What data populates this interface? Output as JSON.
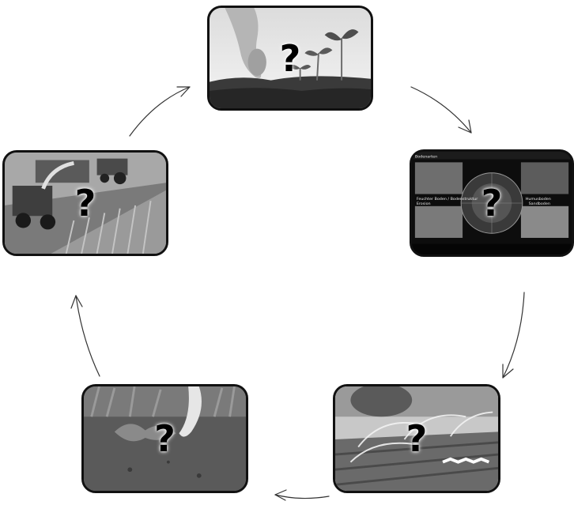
{
  "cycle_stages": [
    {
      "id": "planting",
      "label": "?"
    },
    {
      "id": "soil",
      "label": "?"
    },
    {
      "id": "irrigation",
      "label": "?"
    },
    {
      "id": "weeding",
      "label": "?"
    },
    {
      "id": "harvest",
      "label": "?"
    }
  ],
  "soil_panel": {
    "header": "Bodenarten",
    "items": [
      "Feuchter Boden / Bodenstruktur",
      "Humusboden",
      "Erosion",
      "Sandboden"
    ]
  }
}
